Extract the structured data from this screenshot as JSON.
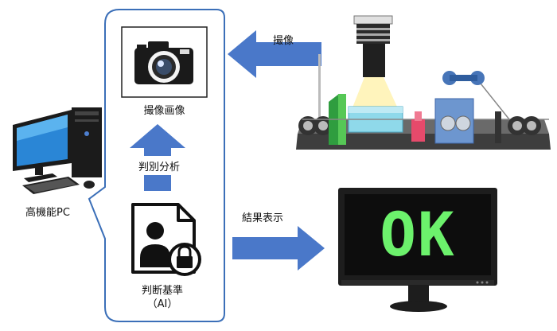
{
  "labels": {
    "capture": "撮像",
    "captured_image": "撮像画像",
    "analysis": "判別分析",
    "pc": "高機能PC",
    "result_display": "結果表示",
    "criteria_line1": "判断基準",
    "criteria_line2": "（AI）",
    "ok": "OK"
  },
  "colors": {
    "arrow_blue": "#4a78c9",
    "panel_border": "#3b6fb8",
    "ok_green": "#6cf26c",
    "monitor_bezel": "#1d1d1d"
  },
  "icons": [
    "camera-icon",
    "document-lock-icon",
    "desktop-pc-icon",
    "inspection-machine",
    "monitor"
  ]
}
